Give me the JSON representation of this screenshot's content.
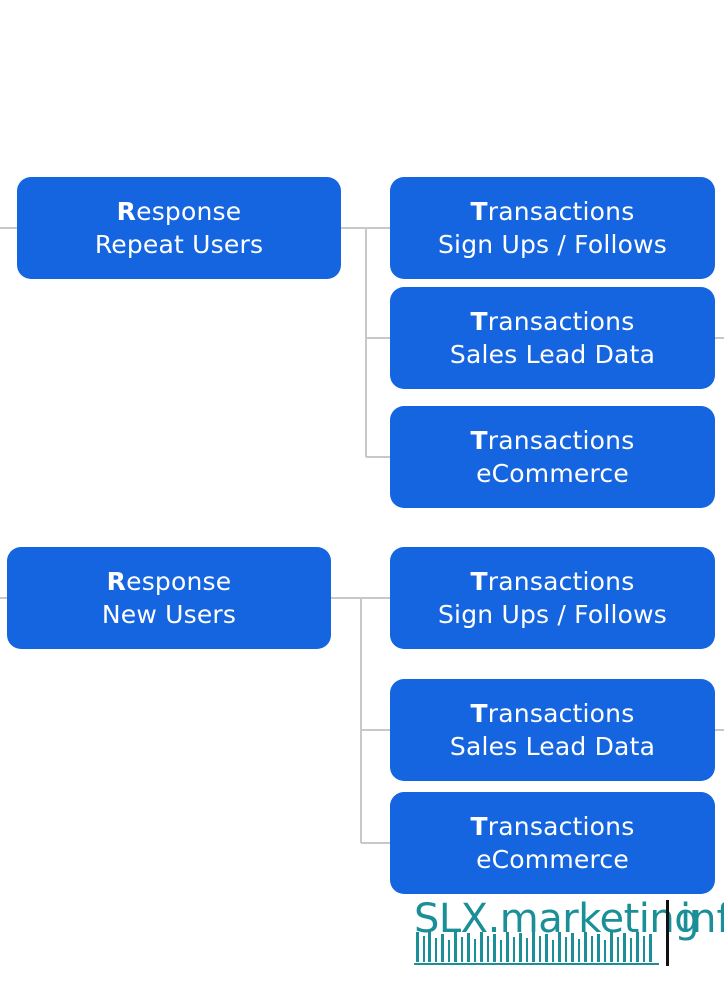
{
  "nodes": {
    "response_repeat": {
      "initial": "R",
      "rest": "esponse",
      "sub": "Repeat Users"
    },
    "response_new": {
      "initial": "R",
      "rest": "esponse",
      "sub": "New Users"
    },
    "t1": {
      "initial": "T",
      "rest": "ransactions",
      "sub": "Sign Ups / Follows"
    },
    "t2": {
      "initial": "T",
      "rest": "ransactions",
      "sub": "Sales Lead Data"
    },
    "t3": {
      "initial": "T",
      "rest": "ransactions",
      "sub": "eCommerce"
    },
    "t4": {
      "initial": "T",
      "rest": "ransactions",
      "sub": "Sign Ups / Follows"
    },
    "t5": {
      "initial": "T",
      "rest": "ransactions",
      "sub": "Sales Lead Data"
    },
    "t6": {
      "initial": "T",
      "rest": "ransactions",
      "sub": "eCommerce"
    }
  },
  "logo": {
    "brand": "SLX.marketing",
    "suffix": "inf"
  },
  "colors": {
    "node_fill": "#1565e0",
    "node_text": "#ffffff",
    "connector": "#c8c8c8",
    "logo": "#1a8f98"
  }
}
